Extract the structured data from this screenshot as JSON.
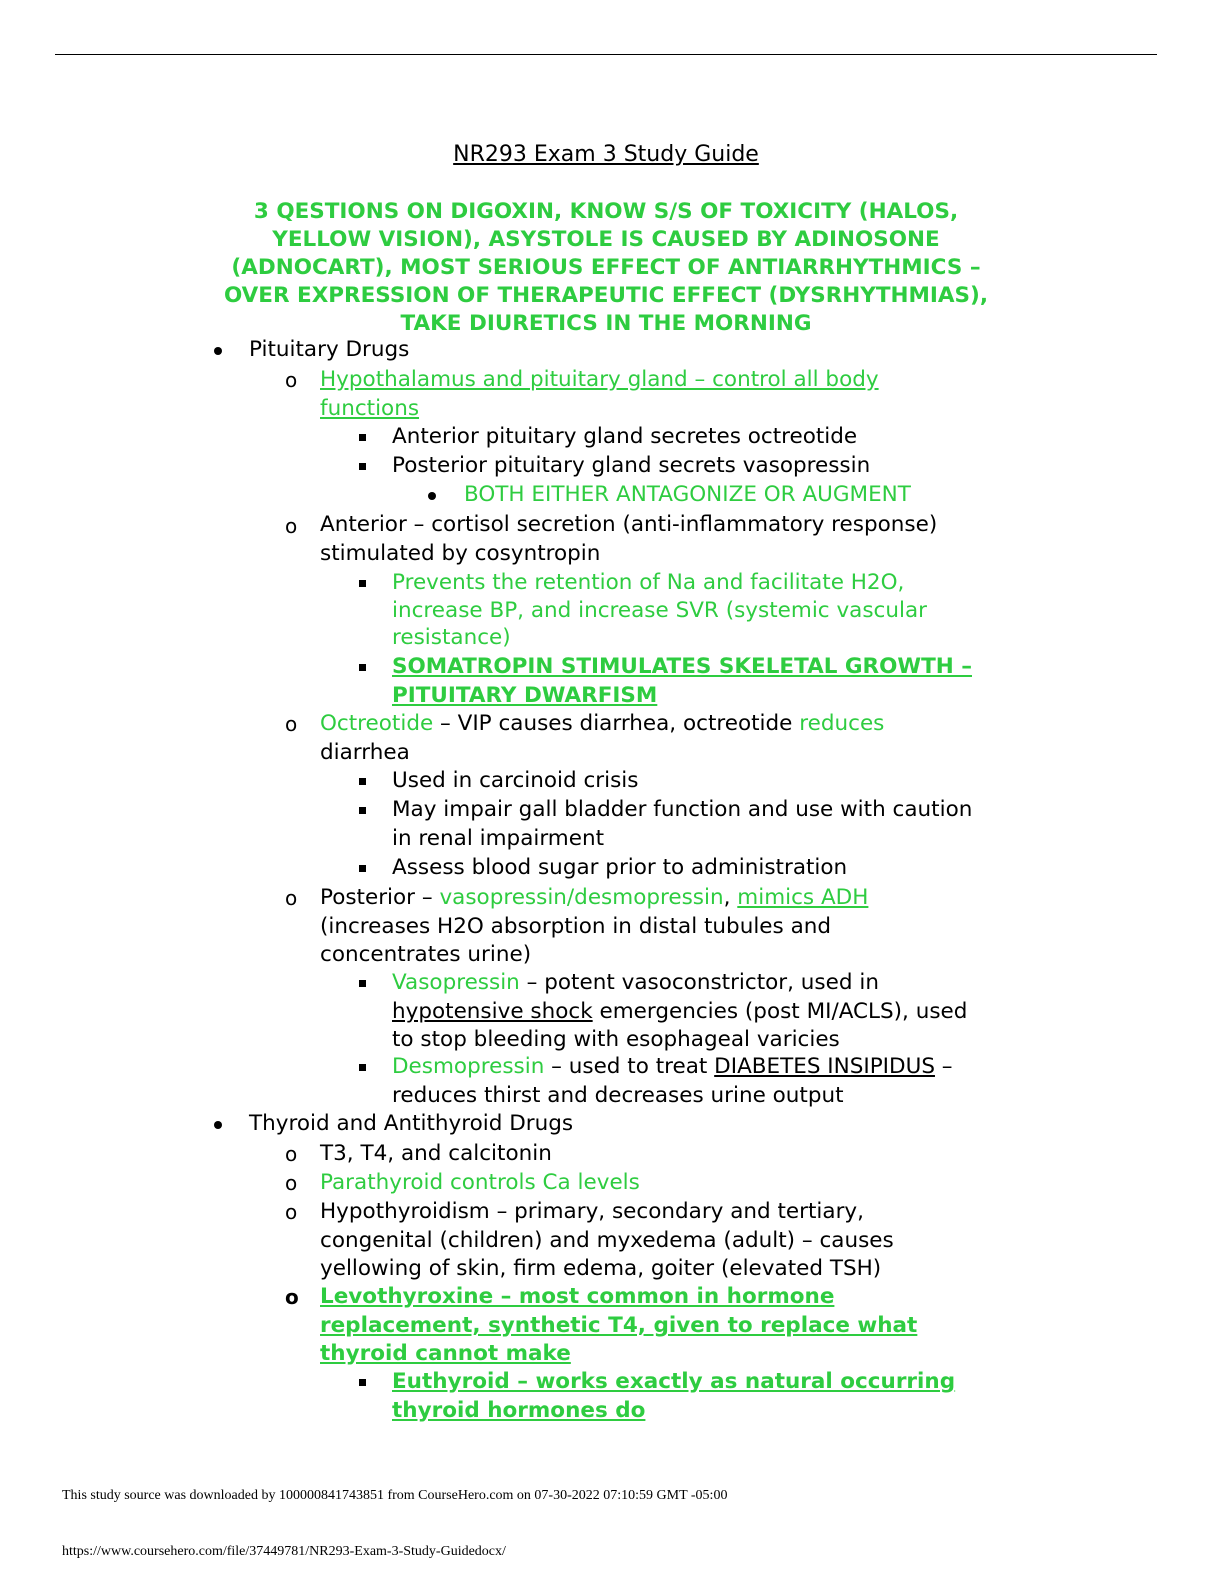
{
  "title": "NR293 Exam 3 Study Guide",
  "banner_lines": [
    "3 QESTIONS ON DIGOXIN, KNOW S/S OF TOXICITY (HALOS,",
    "YELLOW VISION), ASYSTOLE IS CAUSED BY ADINOSONE",
    "(ADNOCART), MOST SERIOUS EFFECT OF ANTIARRHYTHMICS –",
    "OVER EXPRESSION OF THERAPEUTIC EFFECT (DYSRHYTHMIAS),",
    "TAKE DIURETICS IN THE MORNING"
  ],
  "bullet_o": "o",
  "lines": [
    [
      "Pituitary Drugs"
    ],
    [
      "Hypothalamus and pituitary gland – control all body "
    ],
    [
      "functions"
    ],
    [
      "Anterior pituitary gland secretes octreotide"
    ],
    [
      "Posterior pituitary gland secrets vasopressin"
    ],
    [
      "BOTH EITHER ANTAGONIZE OR AUGMENT"
    ],
    [
      "Anterior – cortisol secretion (anti-inflammatory response)"
    ],
    [
      "stimulated by cosyntropin"
    ],
    [
      "Prevents the retention of Na and facilitate H2O,"
    ],
    [
      "increase BP, and increase SVR (systemic vascular"
    ],
    [
      "resistance)"
    ],
    [
      "SOMATROPIN STIMULATES SKELETAL GROWTH –"
    ],
    [
      "PITUITARY DWARFISM"
    ],
    [
      "Octreotide",
      " – VIP causes diarrhea, octreotide ",
      "reduces"
    ],
    [
      "diarrhea"
    ],
    [
      "Used in carcinoid crisis"
    ],
    [
      "May impair gall bladder function and use with caution"
    ],
    [
      "in renal impairment"
    ],
    [
      "Assess blood sugar prior to administration"
    ],
    [
      "Posterior – ",
      "vasopressin/desmopressin",
      ", ",
      "mimics ADH"
    ],
    [
      "(increases H2O absorption in distal tubules and"
    ],
    [
      "concentrates urine)"
    ],
    [
      "Vasopressin",
      " – potent vasoconstrictor, used in"
    ],
    [
      "hypotensive shock",
      " emergencies (post MI/ACLS), used"
    ],
    [
      "to stop bleeding with esophageal varicies"
    ],
    [
      "Desmopressin",
      " – used to treat ",
      "DIABETES INSIPIDUS",
      " –"
    ],
    [
      "reduces thirst and decreases urine output"
    ],
    [
      "Thyroid and Antithyroid Drugs"
    ],
    [
      "T3, T4, and calcitonin"
    ],
    [
      "Parathyroid controls Ca levels"
    ],
    [
      "Hypothyroidism – primary, secondary and tertiary,"
    ],
    [
      "congenital (children) and myxedema (adult) – causes"
    ],
    [
      "yellowing of skin, firm edema, goiter (elevated TSH)"
    ],
    [
      "Levothyroxine – most common in hormone "
    ],
    [
      "replacement, synthetic T4, given to replace what "
    ],
    [
      "thyroid cannot make"
    ],
    [
      "Euthyroid – works exactly as natural occurring "
    ],
    [
      "thyroid hormones do"
    ]
  ],
  "footer": {
    "source": "This study source was downloaded by 100000841743851 from CourseHero.com on 07-30-2022 07:10:59 GMT -05:00",
    "url": "https://www.coursehero.com/file/37449781/NR293-Exam-3-Study-Guidedocx/"
  },
  "colors": {
    "highlight_green": "#2ecc40",
    "text": "#000000"
  }
}
